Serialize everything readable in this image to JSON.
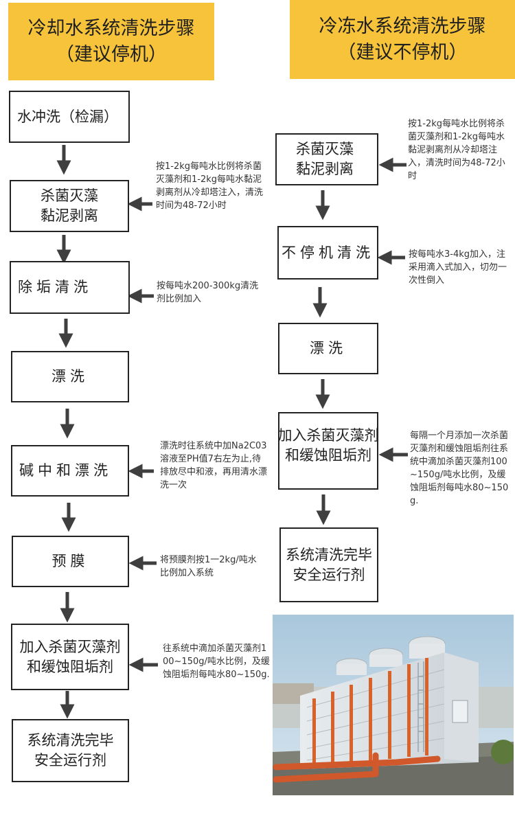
{
  "left": {
    "title_line1": "冷却水系统清洗步骤",
    "title_line2": "（建议停机）",
    "steps": [
      {
        "label": "水冲洗（检漏）"
      },
      {
        "label_line1": "杀菌灭藻",
        "label_line2": "黏泥剥离"
      },
      {
        "label": "除垢清洗"
      },
      {
        "label": "漂洗"
      },
      {
        "label": "碱中和漂洗"
      },
      {
        "label": "预膜"
      },
      {
        "label_line1": "加入杀菌灭藻剂",
        "label_line2": "和缓蚀阻垢剂"
      },
      {
        "label_line1": "系统清洗完毕",
        "label_line2": "安全运行剂"
      }
    ],
    "notes": [
      "按1-2kg每吨水比例将杀菌灭藻剂和1-2kg每吨水黏泥剥离剂从冷却塔注入，清洗时间为48-72小时",
      "按每吨水200-300kg清洗剂比例加入",
      "漂洗时往系统中加Na2C03溶液至PH值7右左为止,待排放尽中和液，再用清水漂洗一次",
      "将预膜剂按1一2kg/吨水比例加入系统",
      "往系统中滴加杀菌灭藻剂100~150g/吨水比例，及缓蚀阻垢剂每吨水80~150g."
    ]
  },
  "right": {
    "title_line1": "冷冻水系统清洗步骤",
    "title_line2": "（建议不停机）",
    "steps": [
      {
        "label_line1": "杀菌灭藻",
        "label_line2": "黏泥剥离"
      },
      {
        "label": "不停机清洗"
      },
      {
        "label": "漂洗"
      },
      {
        "label_line1": "加入杀菌灭藻剂",
        "label_line2": "和缓蚀阻垢剂"
      },
      {
        "label_line1": "系统清洗完毕",
        "label_line2": "安全运行剂"
      }
    ],
    "notes": [
      "按1-2kg每吨水比例将杀菌灭藻剂和1-2kg每吨水黏泥剥离剂从冷却塔注入，清洗时间为48-72小时",
      "按每吨水3-4kg加入，注采用滴入式加入，切勿一次性倒入",
      "每隔一个月添加一次杀菌灭藻剂和缓蚀阻垢剂往系统中滴加杀菌灭藻剂100~150g/吨水比例，及缓蚀阻垢剂每吨水80~150g."
    ]
  },
  "colors": {
    "banner": "#f6c33a",
    "arrow": "#3f3f3f",
    "box_border": "#222222"
  },
  "photo": {
    "subject": "cooling-tower-photo"
  }
}
